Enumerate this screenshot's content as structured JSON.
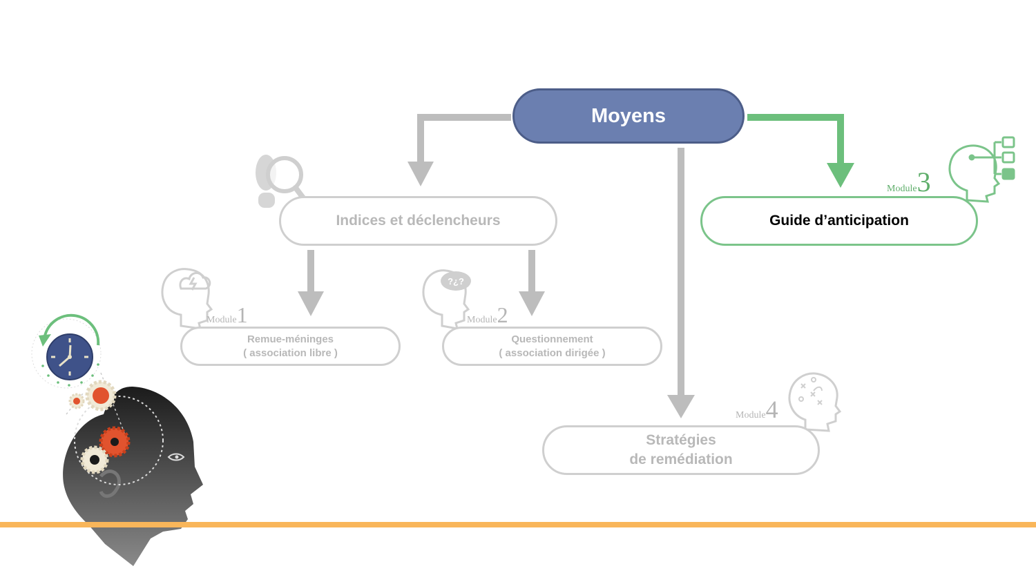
{
  "nodes": {
    "moyens": "Moyens",
    "indices": "Indices et déclencheurs",
    "remue": {
      "line1": "Remue-méninges",
      "line2": "( association libre )"
    },
    "question": {
      "line1": "Questionnement",
      "line2": "( association dirigée )"
    },
    "strategies": {
      "line1": "Stratégies",
      "line2": "de remédiation"
    },
    "guide": "Guide d’anticipation"
  },
  "modules": [
    {
      "word": "Module",
      "number": "1"
    },
    {
      "word": "Module",
      "number": "2"
    },
    {
      "word": "Module",
      "number": "3"
    },
    {
      "word": "Module",
      "number": "4"
    }
  ],
  "colors": {
    "central": "#6b7fb0",
    "grey_arrow": "#bdbdbd",
    "green": "#6cbf7c",
    "orange_line": "#f9b65a"
  },
  "icons": [
    "footprint-magnifier-icon",
    "head-storm-icon",
    "head-question-icon",
    "head-flowchart-icon",
    "head-strategy-icon",
    "head-clock-gears-icon"
  ]
}
